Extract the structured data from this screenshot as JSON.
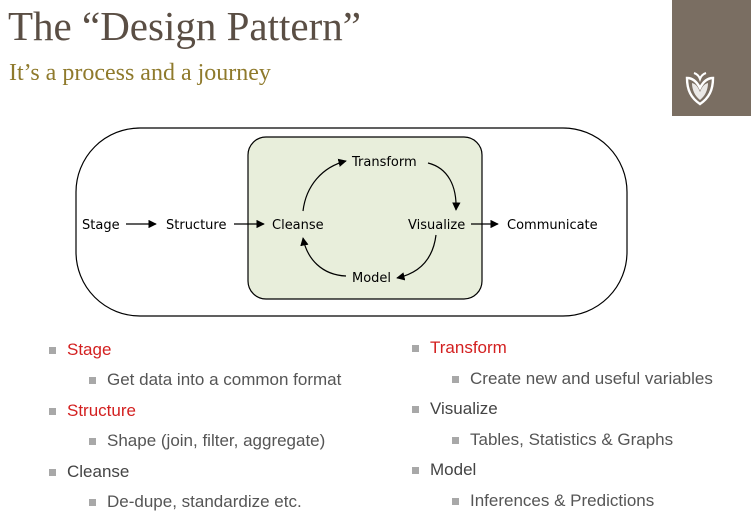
{
  "slide": {
    "title": "The “Design Pattern”",
    "subtitle": "It’s a process and a journey"
  },
  "brand": {
    "logo_icon": "leaf-shield-logo"
  },
  "diagram": {
    "stage": "Stage",
    "structure": "Structure",
    "cleanse": "Cleanse",
    "transform": "Transform",
    "visualize": "Visualize",
    "model": "Model",
    "communicate": "Communicate"
  },
  "left_list": [
    {
      "label": "Stage",
      "highlight": true,
      "detail": "Get data into a common format"
    },
    {
      "label": "Structure",
      "highlight": true,
      "detail": "Shape (join, filter, aggregate)"
    },
    {
      "label": "Cleanse",
      "highlight": false,
      "detail": "De-dupe, standardize etc."
    }
  ],
  "right_list": [
    {
      "label": "Transform",
      "highlight": true,
      "detail": "Create new and useful variables"
    },
    {
      "label": "Visualize",
      "highlight": false,
      "detail": "Tables, Statistics & Graphs"
    },
    {
      "label": "Model",
      "highlight": false,
      "detail": "Inferences & Predictions"
    }
  ],
  "colors": {
    "highlight": "#d32020",
    "inner_box": "#e8eedb",
    "brand_panel": "#7a6e62"
  }
}
